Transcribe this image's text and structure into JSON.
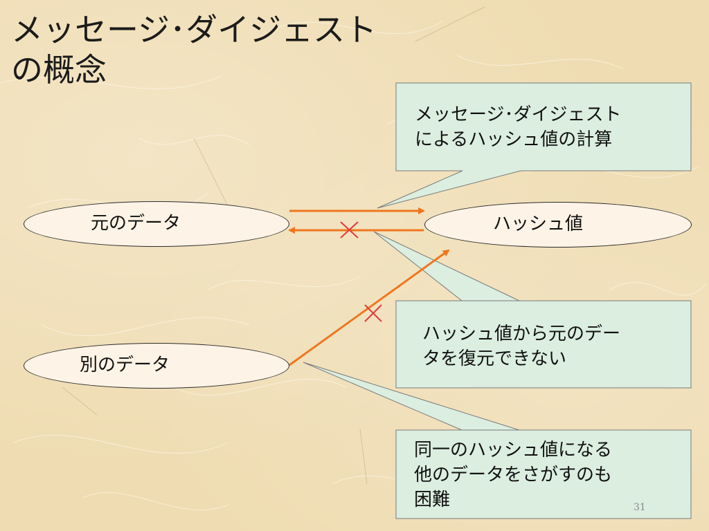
{
  "slide": {
    "title_lines": [
      "メッセージ･ダイジェスト",
      "の概念"
    ],
    "slide_number": "31"
  },
  "nodes": {
    "original_data": "元のデータ",
    "hash_value": "ハッシュ値",
    "other_data": "別のデータ"
  },
  "callouts": {
    "hash_calc": [
      "メッセージ･ダイジェスト",
      "によるハッシュ値の計算"
    ],
    "irreversible": [
      "ハッシュ値から元のデー",
      "タを復元できない"
    ],
    "collision": [
      "同一のハッシュ値になる",
      "他のデータをさがすのも",
      "困難"
    ]
  },
  "colors": {
    "arrow": "#f0761e",
    "cross": "#e23a3a",
    "callout_fill": "#dbeee0",
    "callout_stroke": "#7a7a7a"
  }
}
